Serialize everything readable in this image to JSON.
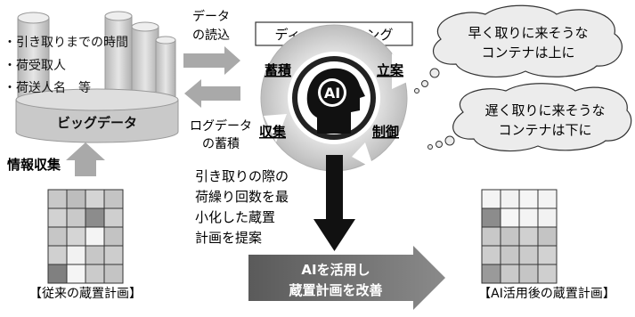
{
  "big_data": {
    "items": [
      "・引き取りまでの時間",
      "・荷受取人",
      "・荷送人名　等"
    ],
    "label": "ビッグデータ"
  },
  "flows": {
    "data_load": [
      "データ",
      "の読込"
    ],
    "log_accumulate": [
      "ログデータ",
      "の蓄積"
    ],
    "info_collect": "情報収集"
  },
  "deep_learning": {
    "title": "ディープラーニング",
    "center": "AI",
    "cycle": [
      "蓄積",
      "立案",
      "制御",
      "収集"
    ]
  },
  "thoughts": {
    "early": [
      "早く取りに来そうな",
      "コンテナは上に"
    ],
    "late": [
      "遅く取りに来そうな",
      "コンテナは下に"
    ]
  },
  "proposal": [
    "引き取りの際の",
    "荷繰り回数を最",
    "小化した蔵置",
    "計画を提案"
  ],
  "improve_arrow": [
    "AIを活用し",
    "蔵置計画を改善"
  ],
  "grids": {
    "before_caption": "【従来の蔵置計画】",
    "after_caption": "【AI活用後の蔵置計画】",
    "before_cells": [
      [
        "#c8c8c8",
        "#bdbdbd",
        "#d4d4d4",
        "#c4c4c4"
      ],
      [
        "#d2d2d2",
        "#c9c9c9",
        "#8c8c8c",
        "#cfcfcf"
      ],
      [
        "#c6c6c6",
        "#d5d5d5",
        "#f4f4f4",
        "#c3c3c3"
      ],
      [
        "#d0d0d0",
        "#f2f2f2",
        "#c7c7c7",
        "#cdcdcd"
      ],
      [
        "#808080",
        "#f5f5f5",
        "#cbcbcb",
        "#c4c4c4"
      ]
    ],
    "after_cells": [
      [
        "#f4f4f4",
        "#f2f2f2",
        "#f5f5f5",
        "#f3f3f3"
      ],
      [
        "#8c8c8c",
        "#f6f6f6",
        "#f4f4f4",
        "#f2f2f2"
      ],
      [
        "#c8c8c8",
        "#c5c5c5",
        "#d0d0d0",
        "#c4c4c4"
      ],
      [
        "#cdcdcd",
        "#c7c7c7",
        "#cbcbcb",
        "#d2d2d2"
      ],
      [
        "#9a9a9a",
        "#c9c9c9",
        "#c5c5c5",
        "#cfcfcf"
      ]
    ]
  }
}
